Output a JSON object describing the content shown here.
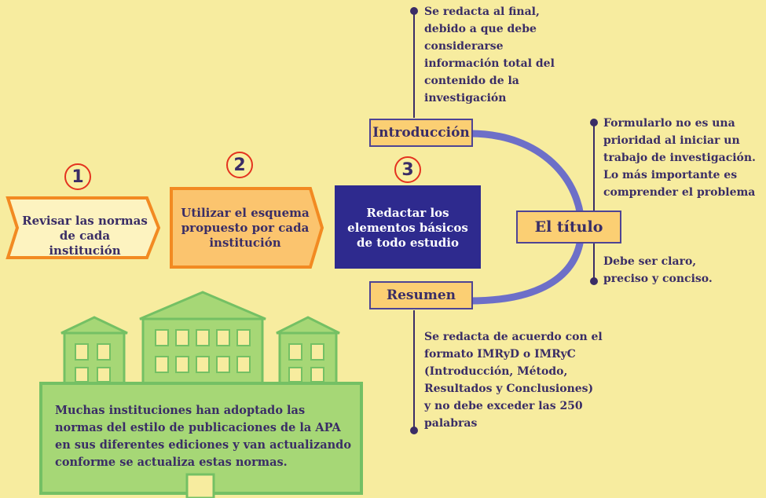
{
  "colors": {
    "background": "#f7ec9f",
    "arc": "#6d6fc8",
    "label_fill": "#fbcf73",
    "label_border": "#4e4494",
    "step1_border": "#f28a22",
    "step2_fill": "#fbc46e",
    "step3_fill": "#2e2a8e",
    "circle_border": "#e4331f",
    "building_fill": "#a6d776",
    "building_border": "#74c064"
  },
  "steps": [
    {
      "number": "1",
      "text": "Revisar las normas de cada institución"
    },
    {
      "number": "2",
      "text": "Utilizar el esquema propuesto por cada institución"
    },
    {
      "number": "3",
      "text": "Redactar los elementos básicos de todo estudio"
    }
  ],
  "elements": {
    "introduccion": "Introducción",
    "titulo": "El título",
    "resumen": "Resumen"
  },
  "notes": {
    "introduccion": "Se redacta al final, debido a que debe considerarse información total del contenido de la investigación",
    "titulo_top": "Formularlo no es una prioridad al iniciar un trabajo de investigación. Lo más importante es comprender el problema",
    "titulo_bottom": "Debe ser claro, preciso y conciso.",
    "resumen": "Se redacta de acuerdo con el formato IMRyD o IMRyC (Introducción, Método, Resultados y Conclusiones) y no debe exceder las 250 palabras"
  },
  "building_text": "Muchas instituciones han adoptado las normas del estilo de publicaciones de la APA en sus diferentes ediciones y van actualizando conforme se actualiza estas normas."
}
